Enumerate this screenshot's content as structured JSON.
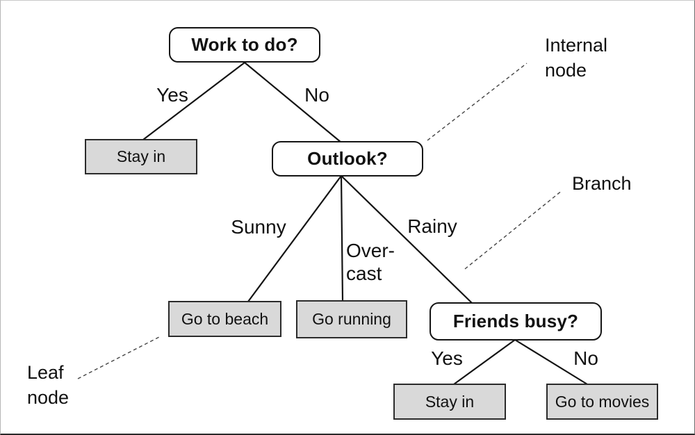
{
  "diagram": {
    "type": "decision-tree",
    "colors": {
      "background": "#ffffff",
      "decision_node_fill": "#ffffff",
      "leaf_node_fill": "#d9d9d9",
      "node_border": "#141414",
      "edge_line": "#141414",
      "annotation_line": "#444444"
    },
    "nodes": {
      "work": {
        "label": "Work to do?",
        "kind": "decision"
      },
      "stay_in_left": {
        "label": "Stay in",
        "kind": "leaf"
      },
      "outlook": {
        "label": "Outlook?",
        "kind": "decision"
      },
      "go_to_beach": {
        "label": "Go to beach",
        "kind": "leaf"
      },
      "go_running": {
        "label": "Go running",
        "kind": "leaf"
      },
      "friends_busy": {
        "label": "Friends busy?",
        "kind": "decision"
      },
      "stay_in_bottom": {
        "label": "Stay in",
        "kind": "leaf"
      },
      "go_to_movies": {
        "label": "Go to movies",
        "kind": "leaf"
      }
    },
    "edges": {
      "yes_top": "Yes",
      "no_top": "No",
      "sunny": "Sunny",
      "overcast": "Over-\ncast",
      "rainy": "Rainy",
      "yes_bottom": "Yes",
      "no_bottom": "No"
    },
    "annotations": {
      "internal_node": "Internal\nnode",
      "branch": "Branch",
      "leaf_node": "Leaf\nnode"
    }
  }
}
